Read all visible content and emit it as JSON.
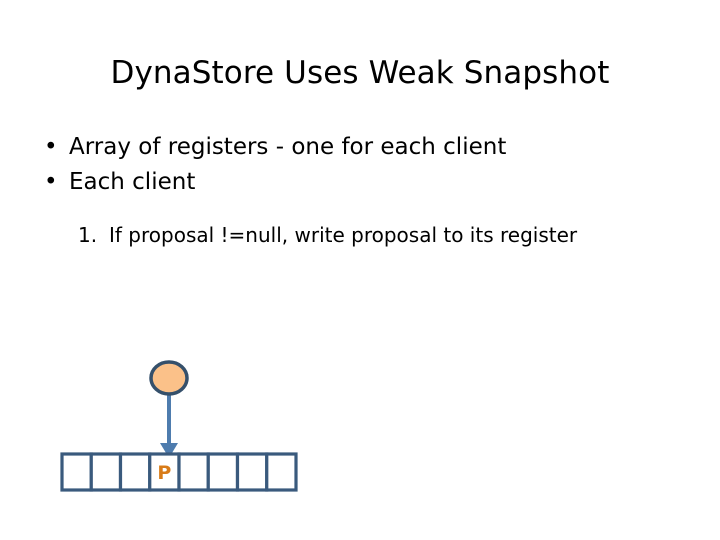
{
  "slide": {
    "title": "DynaStore Uses Weak Snapshot",
    "background_color": "#ffffff",
    "text_color": "#000000"
  },
  "body": {
    "bullet_glyph": "•",
    "bullets": [
      {
        "text": "Array of registers - one for each client"
      },
      {
        "text": "Each client"
      }
    ],
    "numbered_items": [
      {
        "marker": "1.",
        "text": "If proposal !=null, write proposal to its register"
      }
    ]
  },
  "diagram": {
    "name": "client-writes-proposal-to-register-array",
    "client_node": {
      "shape": "circle",
      "label": "",
      "fill_color": "#FBC189",
      "stroke_color": "#35506B"
    },
    "arrow": {
      "direction": "down",
      "color": "#4E7CAE",
      "label": ""
    },
    "register_array": {
      "cell_count": 8,
      "stroke_color": "#3A5A7D",
      "fill_color": "#ffffff",
      "cells": [
        {
          "index": 1,
          "value": ""
        },
        {
          "index": 2,
          "value": ""
        },
        {
          "index": 3,
          "value": ""
        },
        {
          "index": 4,
          "value": "P"
        },
        {
          "index": 5,
          "value": ""
        },
        {
          "index": 6,
          "value": ""
        },
        {
          "index": 7,
          "value": ""
        },
        {
          "index": 8,
          "value": ""
        }
      ],
      "value_color": "#D87B18"
    }
  }
}
